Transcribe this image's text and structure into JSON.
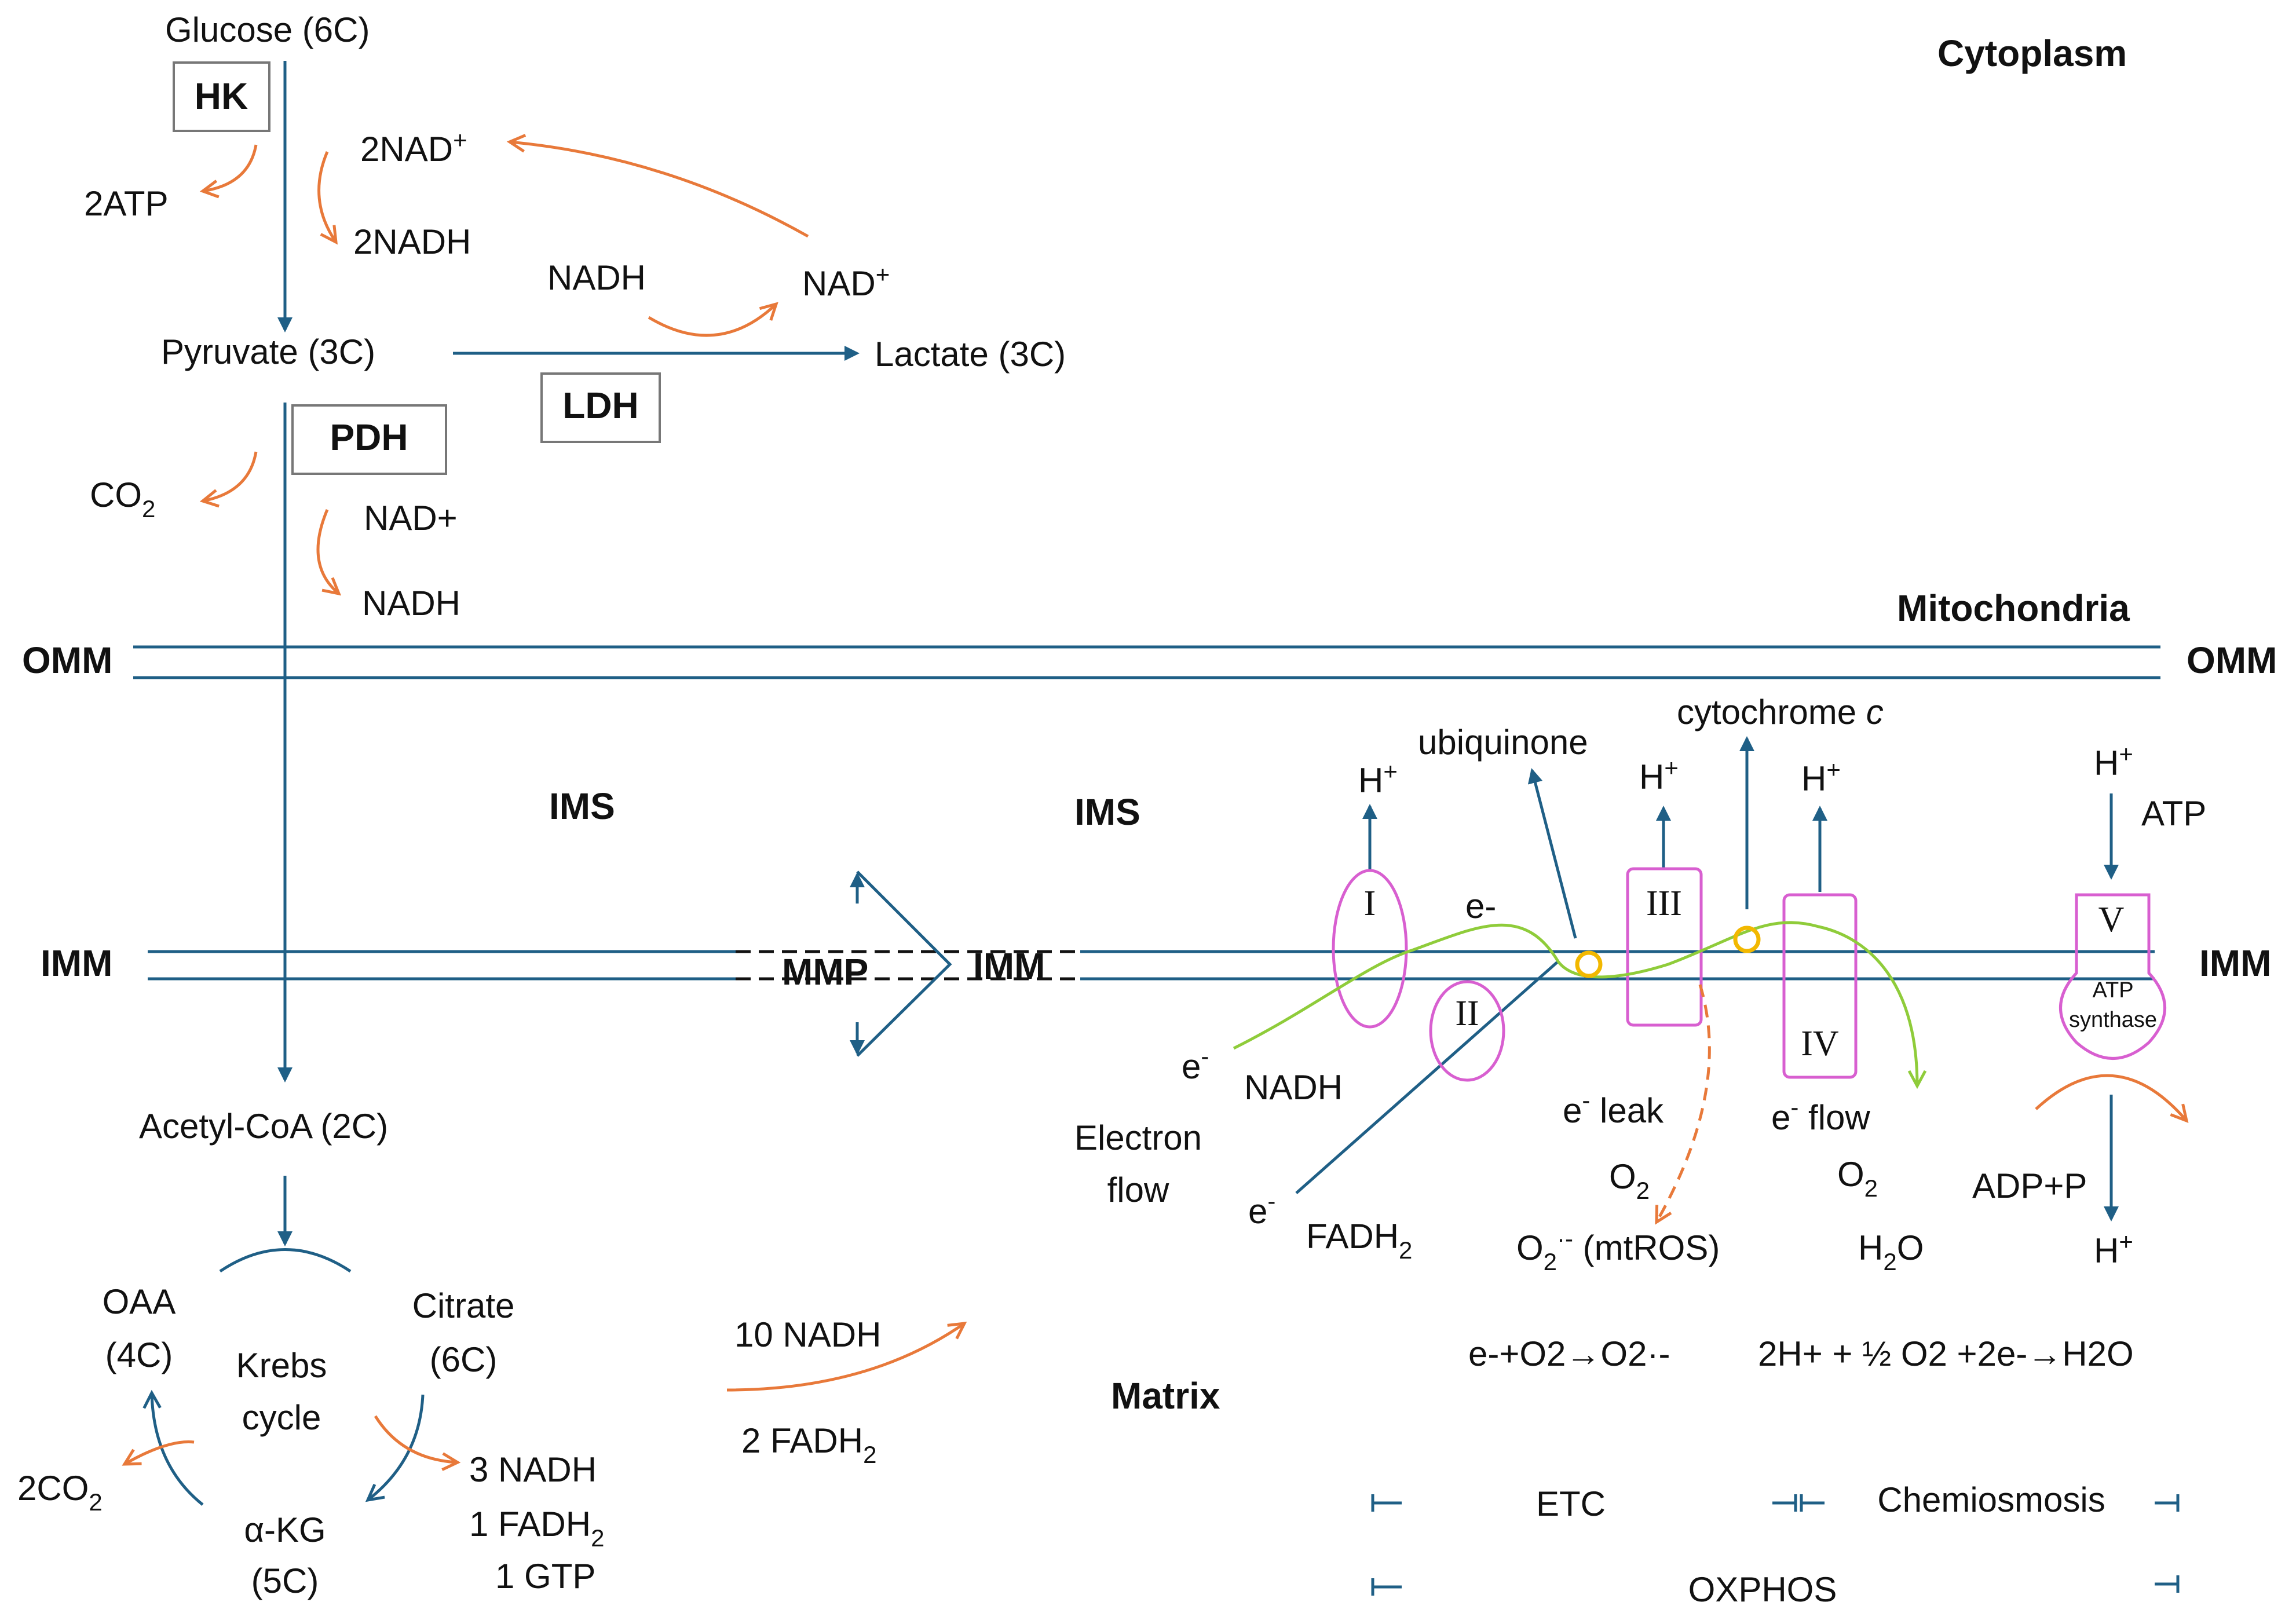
{
  "colors": {
    "pathway": "#1f5f86",
    "cofactor": "#e8793a",
    "complex": "#d85fd0",
    "electron_flow": "#8fcc3a",
    "leak_site": "#f2b800",
    "text": "#111111"
  },
  "compartments": {
    "cytoplasm": "Cytoplasm",
    "mitochondria": "Mitochondria",
    "omm": "OMM",
    "ims": "IMS",
    "imm": "IMM",
    "matrix": "Matrix",
    "mmp": "MMP"
  },
  "glycolysis": {
    "glucose": "Glucose (6C)",
    "hk": "HK",
    "atp": "2ATP",
    "nad_plus": "2NAD",
    "nadh": "2NADH",
    "pyruvate": "Pyruvate (3C)"
  },
  "lactate_branch": {
    "nadh": "NADH",
    "nad_plus": "NAD",
    "lactate": "Lactate (3C)",
    "ldh": "LDH"
  },
  "pdh_step": {
    "pdh": "PDH",
    "co2": "CO",
    "nad_plus": "NAD+",
    "nadh": "NADH",
    "acetyl_coa": "Acetyl-CoA (2C)"
  },
  "krebs": {
    "oaa_1": "OAA",
    "oaa_2": "(4C)",
    "citrate_1": "Citrate",
    "citrate_2": "(6C)",
    "center_1": "Krebs",
    "center_2": "cycle",
    "akg_1": "α-KG",
    "akg_2": "(5C)",
    "co2": "2CO",
    "product_nadh": "3 NADH",
    "product_fadh": "1 FADH",
    "product_gtp": "1 GTP",
    "total_nadh": "10 NADH",
    "total_fadh": "2 FADH"
  },
  "etc": {
    "complex_i": "I",
    "complex_ii": "II",
    "complex_iii": "III",
    "complex_iv": "IV",
    "complex_v": "V",
    "ubiquinone": "ubiquinone",
    "cytochrome": "cytochrome ",
    "cytochrome_italic": "c",
    "h": "H",
    "e_dash": "e-",
    "e": "e",
    "nadh": "NADH",
    "fadh": "FADH",
    "electron_flow_1": "Electron",
    "electron_flow_2": "flow",
    "e_leak": " leak",
    "e_flow": " flow",
    "o2": "O",
    "mtros": "O",
    "mtros_label": " (mtROS)",
    "h2o": "H",
    "atp_synthase_1": "ATP",
    "atp_synthase_2": "synthase",
    "atp": "ATP",
    "adp": "ADP+P"
  },
  "equations": {
    "superoxide": "e-+O2→O2·-",
    "water": "2H+ + ½ O2 +2e-→H2O"
  },
  "legend": {
    "etc": "ETC",
    "chemiosmosis": "Chemiosmosis",
    "oxphos": "OXPHOS"
  }
}
